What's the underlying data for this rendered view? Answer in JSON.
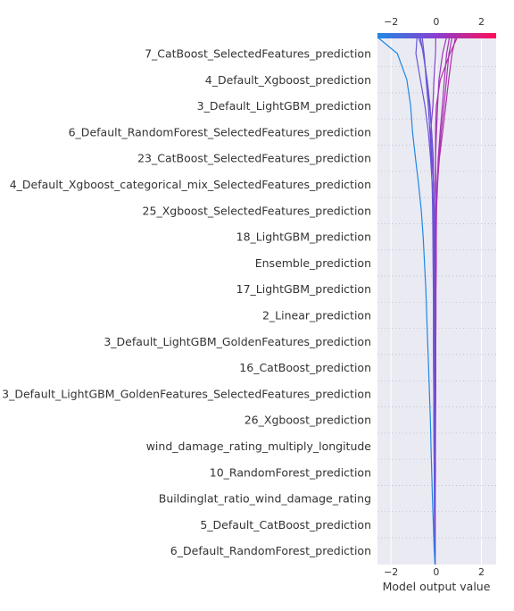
{
  "chart_data": {
    "type": "line",
    "title": "",
    "xlabel": "Model output value",
    "ylabel": "",
    "xlim": [
      -2.6,
      2.65
    ],
    "xticks": [
      -2,
      0,
      2
    ],
    "xtick_labels": [
      "−2",
      "0",
      "2"
    ],
    "grid": true,
    "features": [
      "7_CatBoost_SelectedFeatures_prediction",
      "4_Default_Xgboost_prediction",
      "3_Default_LightGBM_prediction",
      "6_Default_RandomForest_SelectedFeatures_prediction",
      "23_CatBoost_SelectedFeatures_prediction",
      "4_Default_Xgboost_categorical_mix_SelectedFeatures_prediction",
      "25_Xgboost_SelectedFeatures_prediction",
      "18_LightGBM_prediction",
      "Ensemble_prediction",
      "17_LightGBM_prediction",
      "2_Linear_prediction",
      "3_Default_LightGBM_GoldenFeatures_prediction",
      "16_CatBoost_prediction",
      "3_Default_LightGBM_GoldenFeatures_SelectedFeatures_prediction",
      "26_Xgboost_prediction",
      "wind_damage_rating_multiply_longitude",
      "10_RandomForest_prediction",
      "Buildinglat_ratio_wind_damage_rating",
      "5_Default_CatBoost_prediction",
      "6_Default_RandomForest_prediction"
    ],
    "colorbar": {
      "low_color": "#1e88e5",
      "high_color": "#ff0d57"
    },
    "base_value": -0.05,
    "series": [
      {
        "values": [
          -0.05,
          -0.06,
          -0.06,
          -0.05,
          -0.05,
          -0.06,
          -0.05,
          -0.05,
          -0.05,
          -0.06,
          -0.05,
          -0.04,
          -0.05,
          -0.05,
          -0.04,
          -0.04,
          -0.03,
          -0.03,
          0.0,
          0.18,
          0.6,
          0.93
        ]
      },
      {
        "values": [
          -0.05,
          -0.05,
          -0.05,
          -0.04,
          -0.04,
          -0.04,
          -0.04,
          -0.03,
          -0.03,
          -0.03,
          -0.02,
          -0.02,
          -0.01,
          -0.01,
          0.0,
          0.05,
          0.14,
          0.28,
          0.42,
          0.55,
          0.7,
          0.85
        ]
      },
      {
        "values": [
          -0.05,
          -0.05,
          -0.04,
          -0.04,
          -0.04,
          -0.04,
          -0.03,
          -0.03,
          -0.03,
          -0.03,
          -0.02,
          -0.02,
          -0.01,
          0.0,
          0.01,
          0.06,
          0.12,
          0.22,
          0.34,
          0.45,
          0.56,
          0.7
        ]
      },
      {
        "values": [
          -0.05,
          -0.04,
          -0.04,
          -0.04,
          -0.03,
          -0.03,
          -0.03,
          -0.02,
          -0.02,
          -0.02,
          -0.01,
          -0.01,
          0.0,
          0.0,
          0.01,
          0.04,
          0.09,
          0.17,
          0.27,
          0.36,
          0.46,
          0.58
        ]
      },
      {
        "values": [
          -0.05,
          -0.06,
          -0.06,
          -0.07,
          -0.07,
          -0.07,
          -0.06,
          -0.06,
          -0.06,
          -0.07,
          -0.06,
          -0.06,
          -0.05,
          -0.05,
          -0.04,
          -0.01,
          -0.03,
          0.01,
          0.06,
          0.12,
          0.28,
          0.45
        ]
      },
      {
        "values": [
          -0.05,
          -0.07,
          -0.08,
          -0.08,
          -0.09,
          -0.1,
          -0.11,
          -0.11,
          -0.12,
          -0.12,
          -0.12,
          -0.12,
          -0.11,
          -0.12,
          -0.1,
          -0.1,
          -0.2,
          -0.25,
          -0.15,
          -0.1,
          -0.03,
          -0.02
        ]
      },
      {
        "values": [
          -0.05,
          -0.06,
          -0.06,
          -0.06,
          -0.06,
          -0.07,
          -0.07,
          -0.08,
          -0.08,
          -0.09,
          -0.09,
          -0.1,
          -0.11,
          -0.12,
          -0.14,
          -0.18,
          -0.22,
          -0.28,
          -0.35,
          -0.45,
          -0.54,
          -0.62
        ]
      },
      {
        "values": [
          -0.05,
          -0.05,
          -0.06,
          -0.06,
          -0.06,
          -0.06,
          -0.06,
          -0.07,
          -0.07,
          -0.07,
          -0.07,
          -0.08,
          -0.08,
          -0.08,
          -0.09,
          -0.12,
          -0.15,
          -0.21,
          -0.27,
          -0.4,
          -0.58,
          -0.7
        ]
      },
      {
        "values": [
          -0.05,
          -0.06,
          -0.06,
          -0.07,
          -0.07,
          -0.07,
          -0.08,
          -0.08,
          -0.09,
          -0.09,
          -0.09,
          -0.1,
          -0.1,
          -0.11,
          -0.11,
          -0.12,
          -0.13,
          -0.2,
          -0.3,
          -0.43,
          -0.54,
          -0.78
        ]
      },
      {
        "values": [
          -0.05,
          -0.06,
          -0.07,
          -0.08,
          -0.08,
          -0.09,
          -0.1,
          -0.1,
          -0.11,
          -0.12,
          -0.12,
          -0.13,
          -0.14,
          -0.15,
          -0.16,
          -0.18,
          -0.25,
          -0.35,
          -0.5,
          -0.7,
          -0.9,
          -0.85
        ]
      },
      {
        "values": [
          -0.05,
          -0.09,
          -0.13,
          -0.17,
          -0.2,
          -0.23,
          -0.26,
          -0.3,
          -0.34,
          -0.38,
          -0.42,
          -0.46,
          -0.52,
          -0.58,
          -0.66,
          -0.78,
          -0.92,
          -1.05,
          -1.13,
          -1.3,
          -1.72,
          -2.58
        ]
      }
    ]
  }
}
